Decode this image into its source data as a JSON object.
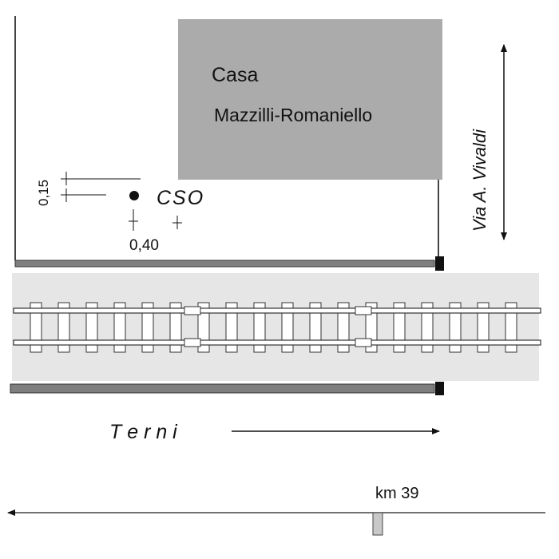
{
  "building": {
    "line1": "Casa",
    "line2": "Mazzilli-Romaniello",
    "fill": "#ababab"
  },
  "street": {
    "name": "Via A. Vivaldi"
  },
  "sensor": {
    "label": "CSO",
    "offset_vertical": "0,15",
    "offset_horizontal": "0,40"
  },
  "railway": {
    "band_fill": "#e6e6e6",
    "curb_fill": "#7f7f7f",
    "direction_label": "T e r n i"
  },
  "milestone": {
    "label": "km 39"
  }
}
